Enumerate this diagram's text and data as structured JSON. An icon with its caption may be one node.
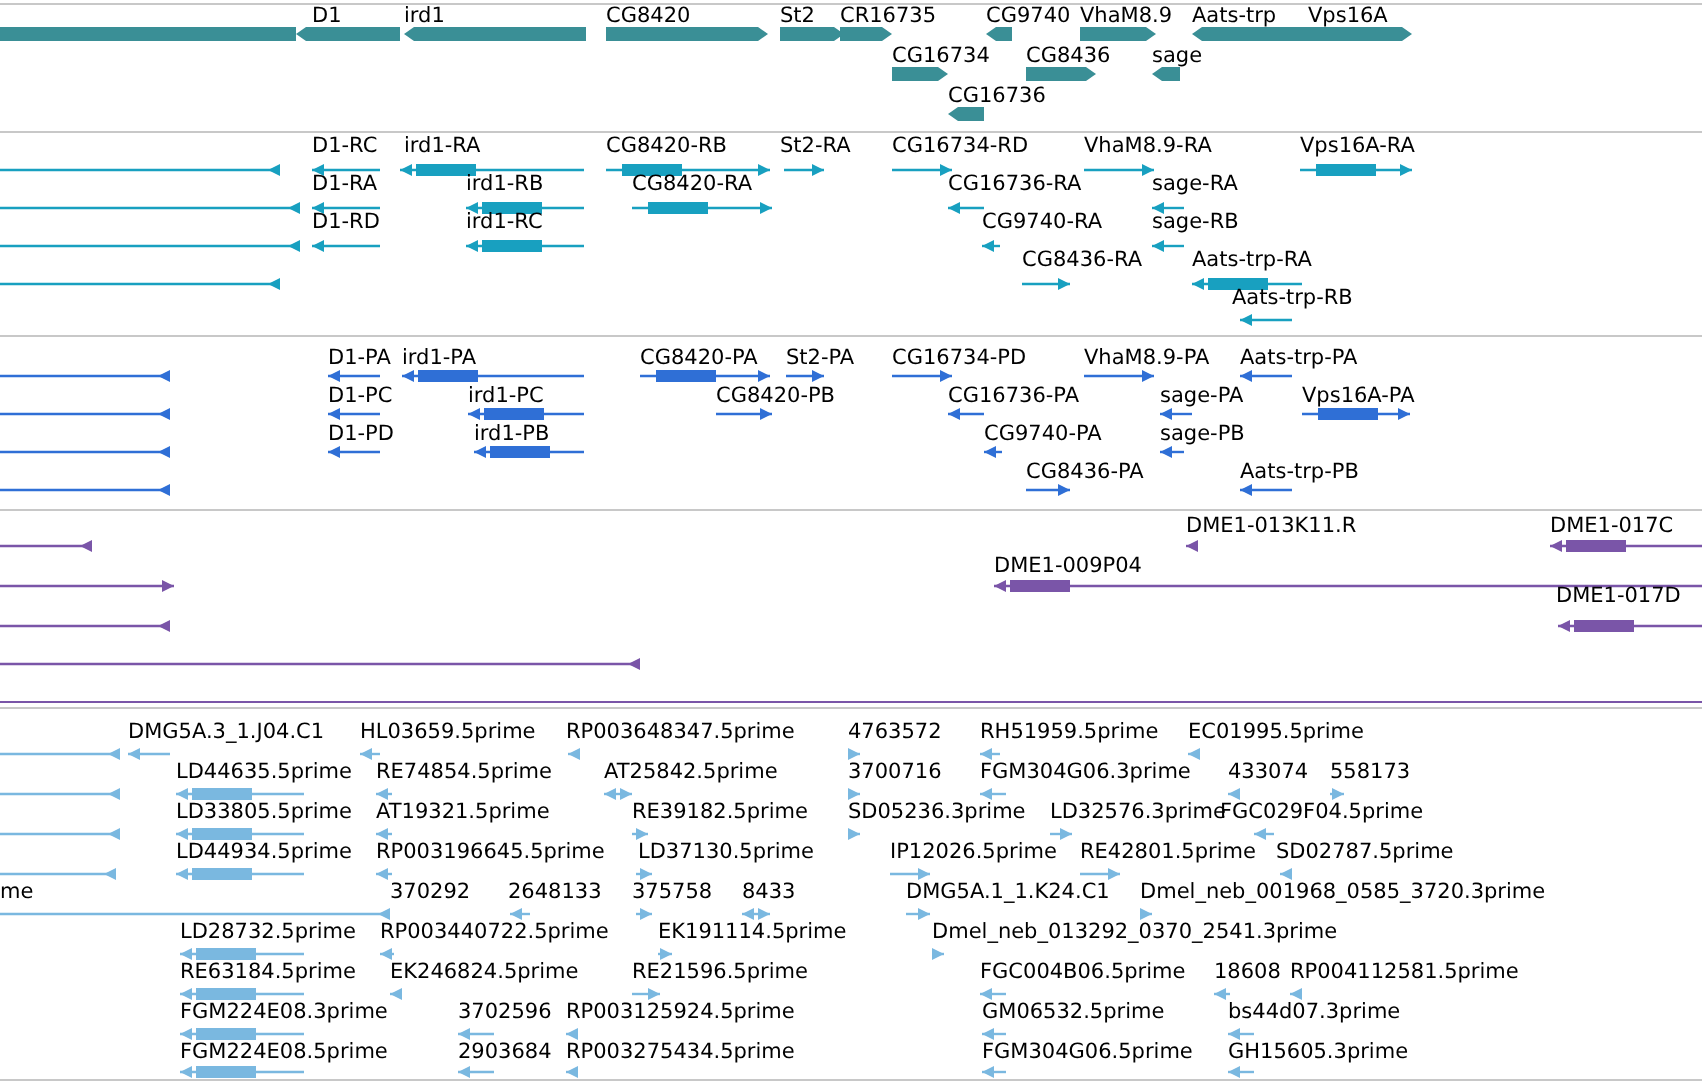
{
  "diagram": {
    "labels": [
      "D1",
      "ird1",
      "CG8420",
      "St2",
      "CR16735",
      "CG9740",
      "VhaM8.9",
      "Aats-trp",
      "Vps16A",
      "CG16734",
      "CG8436",
      "sage",
      "CG16736",
      "D1-RC",
      "ird1-RA",
      "CG8420-RB",
      "St2-RA",
      "CG16734-RD",
      "VhaM8.9-RA",
      "Vps16A-RA",
      "D1-RA",
      "ird1-RB",
      "CG8420-RA",
      "CG16736-RA",
      "sage-RA",
      "D1-RD",
      "ird1-RC",
      "CG9740-RA",
      "sage-RB",
      "CG8436-RA",
      "Aats-trp-RA",
      "Aats-trp-RB",
      "D1-PA",
      "ird1-PA",
      "CG8420-PA",
      "St2-PA",
      "CG16734-PD",
      "VhaM8.9-PA",
      "Aats-trp-PA",
      "D1-PC",
      "ird1-PC",
      "CG8420-PB",
      "CG16736-PA",
      "sage-PA",
      "Vps16A-PA",
      "D1-PD",
      "ird1-PB",
      "CG9740-PA",
      "sage-PB",
      "CG8436-PA",
      "Aats-trp-PB",
      "DME1-013K11.R",
      "DME1-017C",
      "DME1-009P04",
      "DME1-017D",
      "DMG5A.3_1.J04.C1",
      "HL03659.5prime",
      "RP003648347.5prime",
      "4763572",
      "RH51959.5prime",
      "EC01995.5prime",
      "LD44635.5prime",
      "RE74854.5prime",
      "AT25842.5prime",
      "3700716",
      "FGM304G06.3prime",
      "433074",
      "558173",
      "LD33805.5prime",
      "AT19321.5prime",
      "RE39182.5prime",
      "SD05236.3prime",
      "LD32576.3prime",
      "FGC029F04.5prime",
      "LD44934.5prime",
      "RP003196645.5prime",
      "LD37130.5prime",
      "IP12026.5prime",
      "RE42801.5prime",
      "SD02787.5prime",
      "me",
      "370292",
      "2648133",
      "375758",
      "8433",
      "DMG5A.1_1.K24.C1",
      "Dmel_neb_001968_0585_3720.3prime",
      "LD28732.5prime",
      "RP003440722.5prime",
      "EK191114.5prime",
      "Dmel_neb_013292_0370_2541.3prime",
      "RE63184.5prime",
      "EK246824.5prime",
      "RE21596.5prime",
      "FGC004B06.5prime",
      "18608",
      "RP004112581.5prime",
      "FGM224E08.3prime",
      "3702596",
      "RP003125924.5prime",
      "GM06532.5prime",
      "bs44d07.3prime",
      "FGM224E08.5prime",
      "2903684",
      "RP003275434.5prime",
      "FGM304G06.5prime",
      "GH15605.3prime"
    ]
  }
}
